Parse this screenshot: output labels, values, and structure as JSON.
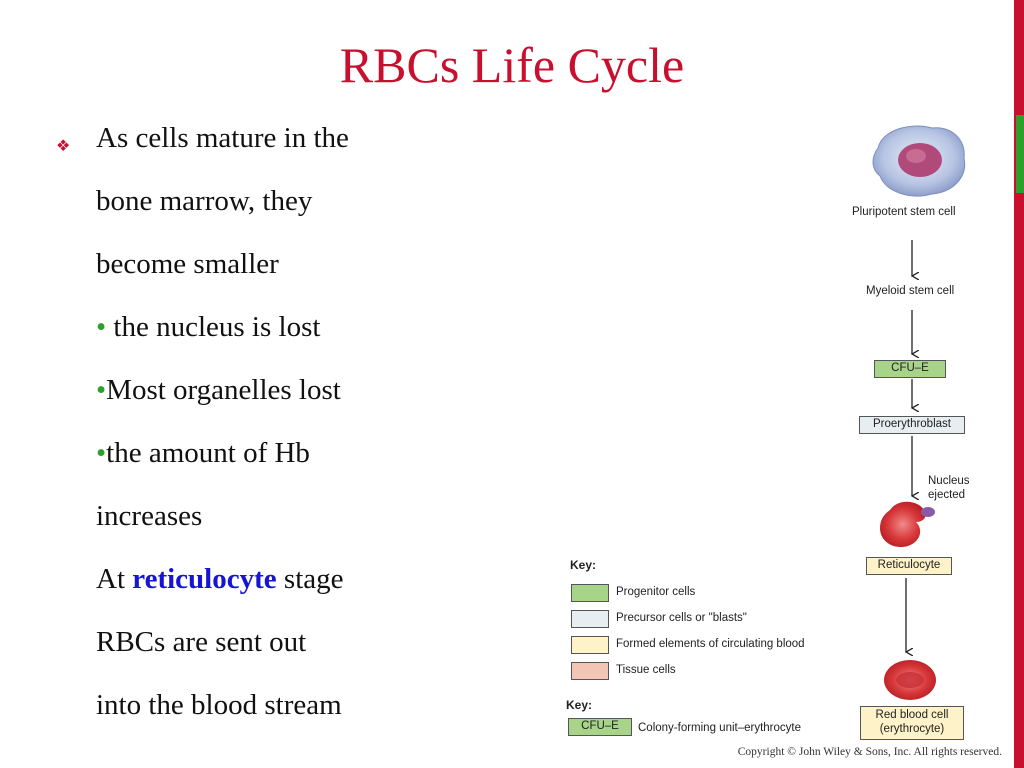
{
  "slide": {
    "title": "RBCs Life Cycle",
    "bullet_lines": [
      "As cells mature in the",
      "bone marrow, they",
      "become smaller",
      "the nucleus is lost",
      "Most organelles lost",
      "the amount of Hb",
      "increases"
    ],
    "sub_bullet": "•",
    "reticulocyte_line": {
      "prefix": "At ",
      "bold": "reticulocyte",
      "suffix": " stage"
    },
    "trailing_lines": [
      "RBCs are sent out",
      "into the blood stream"
    ],
    "copyright": "Copyright © John Wiley & Sons, Inc. All rights reserved."
  },
  "figure": {
    "stages": {
      "pluripotent": "Pluripotent stem cell",
      "myeloid": "Myeloid stem cell",
      "cfu_e": "CFU–E",
      "proerythroblast": "Proerythroblast",
      "nucleus_ejected_1": "Nucleus",
      "nucleus_ejected_2": "ejected",
      "reticulocyte": "Reticulocyte",
      "rbc_1": "Red blood cell",
      "rbc_2": "(erythrocyte)"
    },
    "key1": {
      "title": "Key:",
      "items": [
        {
          "label": "Progenitor cells",
          "color": "#a8d48a"
        },
        {
          "label": "Precursor cells or \"blasts\"",
          "color": "#e6eef1"
        },
        {
          "label": "Formed elements of circulating blood",
          "color": "#fdf2c8"
        },
        {
          "label": "Tissue cells",
          "color": "#f2c5b5"
        }
      ]
    },
    "key2": {
      "title": "Key:",
      "abbr": "CFU–E",
      "meaning": "Colony-forming unit–erythrocyte"
    }
  },
  "colors": {
    "title": "#c8102e",
    "bullet_marker": "#2ba02b",
    "emphasis": "#1515d6"
  }
}
